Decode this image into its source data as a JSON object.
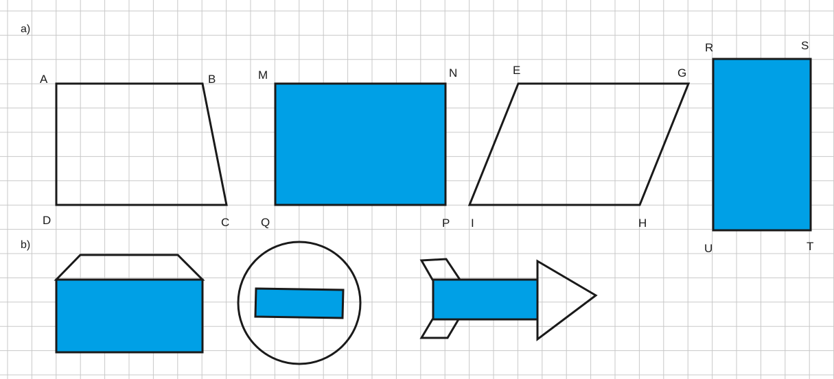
{
  "colors": {
    "fill_blue": "#00a0e6",
    "outline": "#1a1a1a",
    "grid": "#c8c8c8",
    "background": "#ffffff"
  },
  "part_a": {
    "label": "a)",
    "trapezoid": {
      "vertices": [
        "A",
        "B",
        "C",
        "D"
      ]
    },
    "rectangle_mnpq": {
      "vertices": [
        "M",
        "N",
        "P",
        "Q"
      ]
    },
    "parallelogram": {
      "vertices": [
        "E",
        "G",
        "H",
        "I"
      ]
    },
    "rectangle_rstu": {
      "vertices": [
        "R",
        "S",
        "T",
        "U"
      ]
    }
  },
  "part_b": {
    "label": "b)"
  }
}
